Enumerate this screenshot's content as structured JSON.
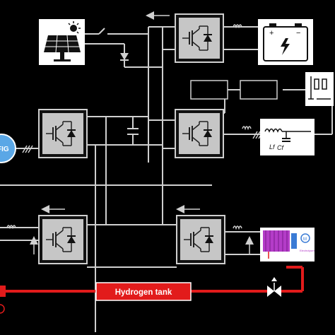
{
  "labels": {
    "generator": "FIG",
    "hydrogen_tank": "Hydrogen tank",
    "electrolyser_caption": "Electrolyser",
    "battery_plus": "+",
    "battery_minus": "−",
    "lc_filter_l": "Lf",
    "lc_filter_c": "Cf",
    "electrolyser_motor": "M"
  },
  "colors": {
    "background": "#000000",
    "wire": "#cfcfcf",
    "converter_fill": "#c6c6c6",
    "hydrogen_pipe": "#e21b1b",
    "electrolyser": "#b43cc8",
    "generator_fill": "#5aa7e6"
  },
  "icons": {
    "solar": "solar-panel-icon",
    "battery": "battery-icon",
    "filter": "lc-filter-icon",
    "load": "rl-load-icon",
    "electrolyser": "electrolyser-icon",
    "valve": "valve-icon",
    "generator": "generator-icon"
  }
}
